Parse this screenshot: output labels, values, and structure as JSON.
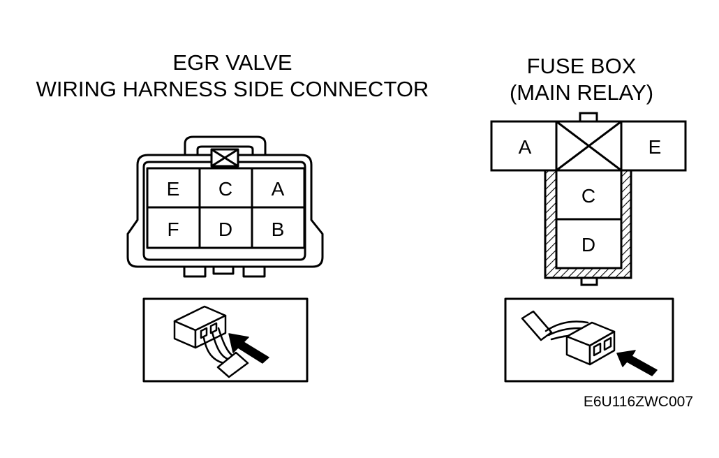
{
  "egr": {
    "title_line1": "EGR VALVE",
    "title_line2": "WIRING HARNESS SIDE CONNECTOR",
    "pins": {
      "e": "E",
      "c": "C",
      "a": "A",
      "f": "F",
      "d": "D",
      "b": "B"
    }
  },
  "fuse": {
    "title_line1": "FUSE BOX",
    "title_line2": "(MAIN RELAY)",
    "pins": {
      "a": "A",
      "e": "E",
      "c": "C",
      "d": "D"
    }
  },
  "figure_code": "E6U116ZWC007"
}
